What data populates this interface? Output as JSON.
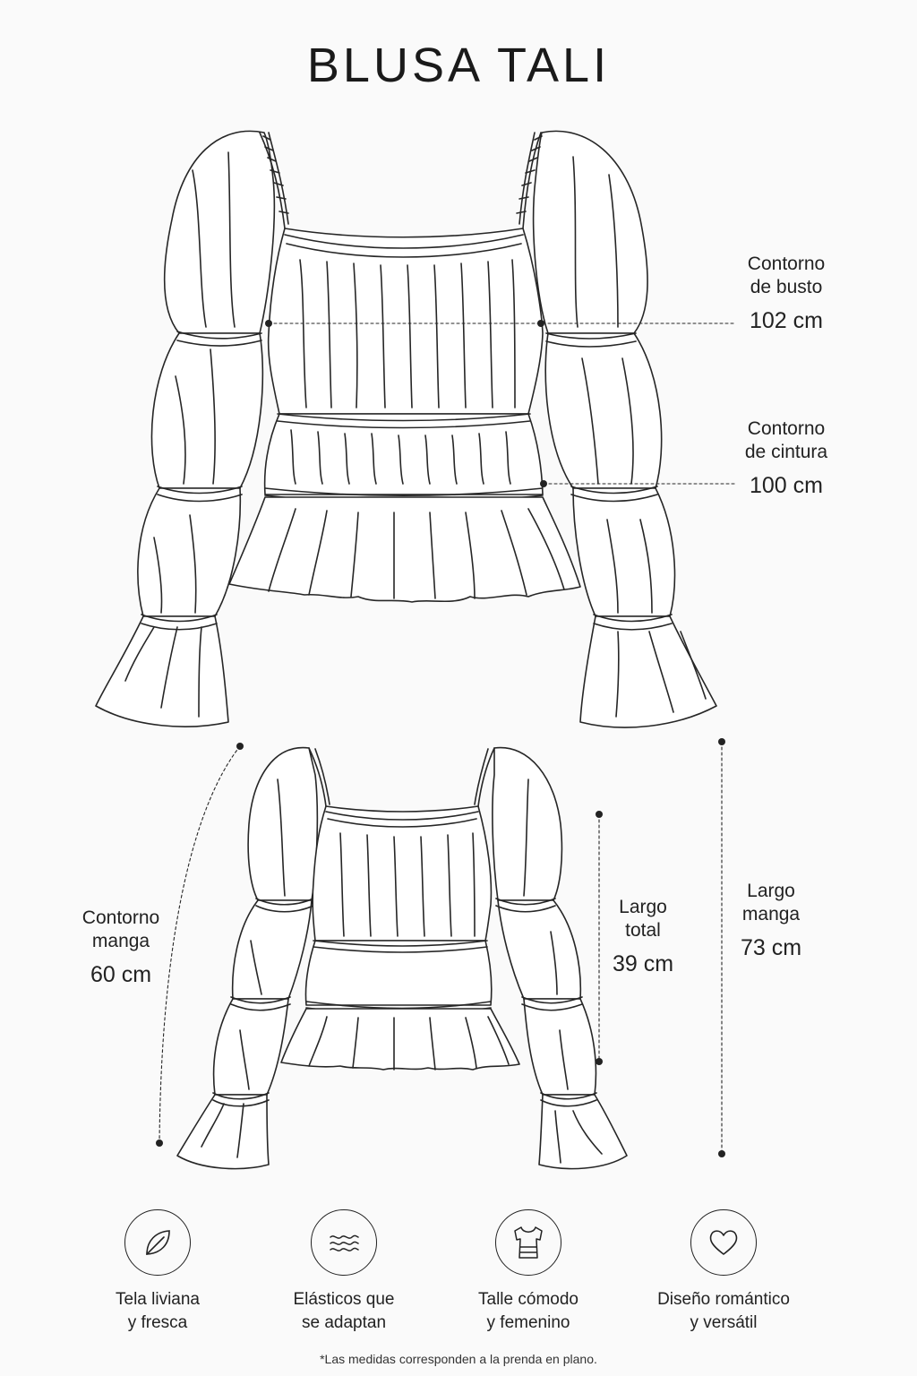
{
  "title": "BLUSA TALI",
  "measurements": {
    "bust": {
      "line1": "Contorno",
      "line2": "de busto",
      "value": "102 cm"
    },
    "waist": {
      "line1": "Contorno",
      "line2": "de cintura",
      "value": "100 cm"
    },
    "sleeve_contour": {
      "line1": "Contorno",
      "line2": "manga",
      "value": "60 cm"
    },
    "total_length": {
      "line1": "Largo",
      "line2": "total",
      "value": "39 cm"
    },
    "sleeve_length": {
      "line1": "Largo",
      "line2": "manga",
      "value": "73 cm"
    }
  },
  "features": [
    {
      "icon": "leaf-icon",
      "line1": "Tela liviana",
      "line2": "y fresca"
    },
    {
      "icon": "waves-icon",
      "line1": "Elásticos que",
      "line2": "se adaptan"
    },
    {
      "icon": "blouse-icon",
      "line1": "Talle cómodo",
      "line2": "y femenino"
    },
    {
      "icon": "heart-icon",
      "line1": "Diseño romántico",
      "line2": "y versátil"
    }
  ],
  "footnote": "*Las medidas corresponden a la prenda en plano.",
  "colors": {
    "ink": "#1f1f1f",
    "background": "#fafafa"
  }
}
